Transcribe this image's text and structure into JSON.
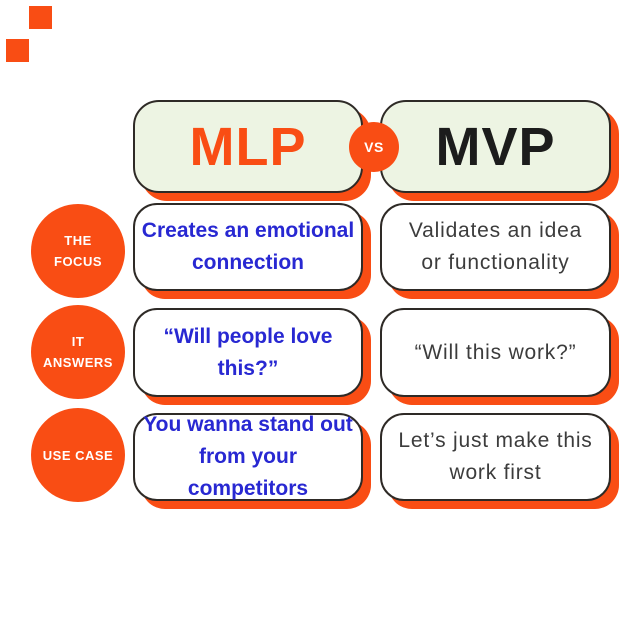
{
  "colors": {
    "accent_orange": "#F94D14",
    "header_background": "#EDF4E3",
    "mlp_text_blue": "#2828D2",
    "mvp_text_dark": "#3C3C3C",
    "title_black": "#1C1C1C",
    "card_border": "#2E2A26",
    "page_background": "#FFFFFF"
  },
  "header": {
    "left_title": "MLP",
    "right_title": "MVP",
    "vs_label": "VS"
  },
  "rows": [
    {
      "label": "THE\nFOCUS",
      "mlp": "Creates an emotional\nconnection",
      "mvp": "Validates an idea\nor functionality"
    },
    {
      "label": "IT\nANSWERS",
      "mlp": "“Will people love\nthis?”",
      "mvp": "“Will this work?”"
    },
    {
      "label": "USE CASE",
      "mlp": "You wanna stand out\nfrom your competitors",
      "mvp": "Let’s just make this\nwork first"
    }
  ]
}
